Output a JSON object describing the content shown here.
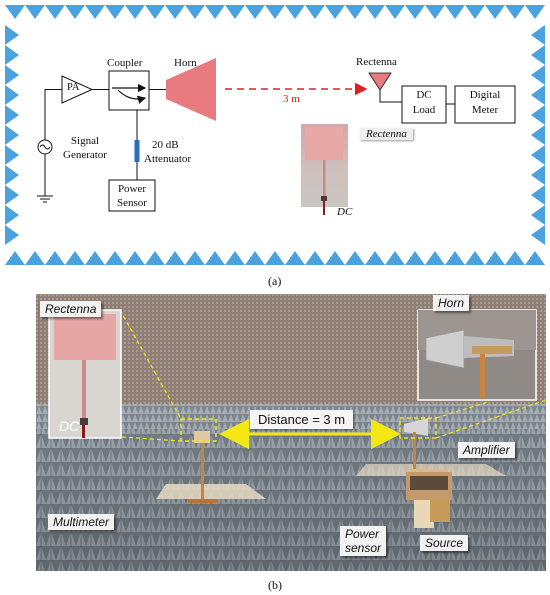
{
  "panel_a": {
    "pa_label": "PA",
    "coupler_label": "Coupler",
    "horn_label": "Horn",
    "distance_label": "3 m",
    "rectenna_label": "Rectenna",
    "rectenna_photo_label": "Rectenna",
    "dc_label": "DC",
    "dc_load_line1": "DC",
    "dc_load_line2": "Load",
    "digital_meter_line1": "Digital",
    "digital_meter_line2": "Meter",
    "signal_generator_line1": "Signal",
    "signal_generator_line2": "Generator",
    "attenuator_line1": "20 dB",
    "attenuator_line2": "Attenuator",
    "power_sensor_line1": "Power",
    "power_sensor_line2": "Sensor",
    "caption": "(a)",
    "colors": {
      "triangles": "#4aa3df",
      "horn": "#e87b80",
      "distance_arrow": "#e02020",
      "attenuator": "#2a6fbf"
    }
  },
  "panel_b": {
    "rectenna_tag": "Rectenna",
    "horn_tag": "Horn",
    "distance_tag": "Distance = 3 m",
    "amplifier_tag": "Amplifier",
    "multimeter_tag": "Multimeter",
    "power_sensor_tag_line1": "Power",
    "power_sensor_tag_line2": "sensor",
    "source_tag": "Source",
    "dc_tag": "DC",
    "caption": "(b)"
  }
}
